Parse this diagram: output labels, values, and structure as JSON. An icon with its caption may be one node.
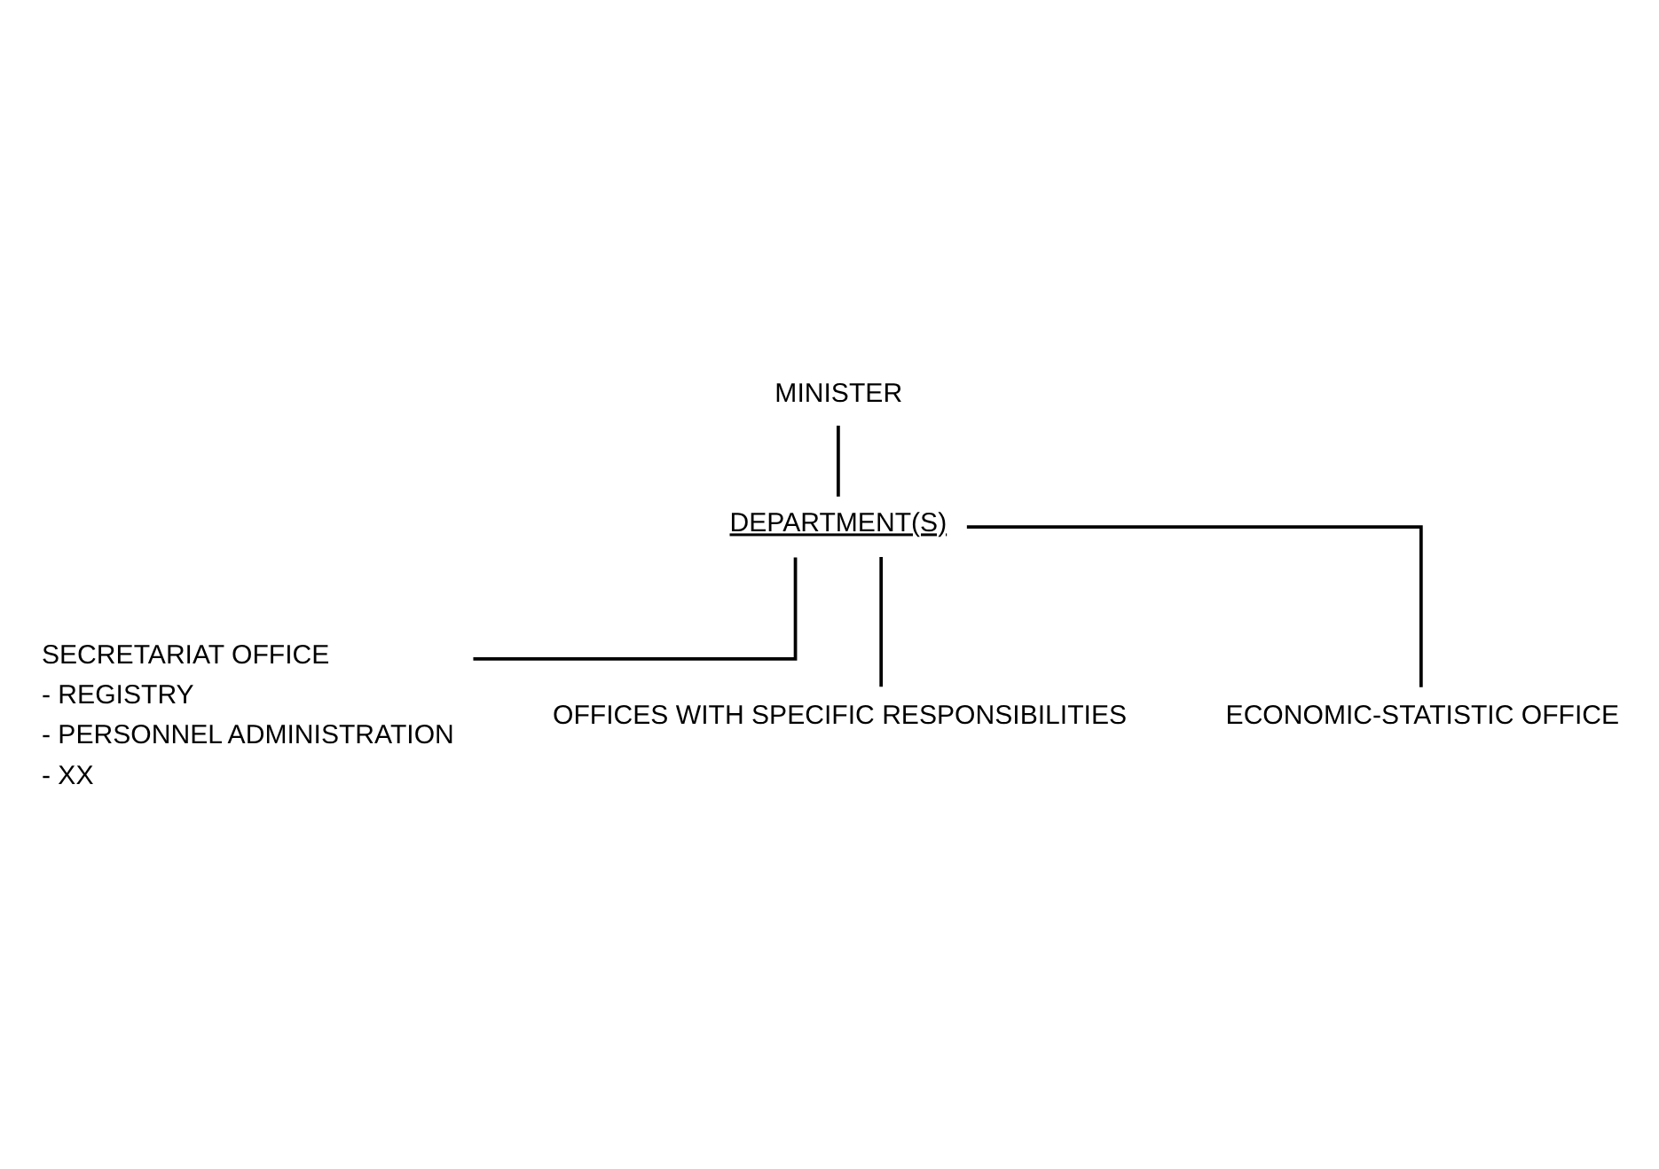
{
  "diagram": {
    "nodes": [
      {
        "text": [
          "MINISTER"
        ]
      },
      {
        "text": [
          "DEPARTMENT(S)"
        ]
      },
      {
        "text": [
          "SECRETARIAT OFFICE"
        ],
        "beside": [
          "- REGISTRY",
          "- PERSONNEL ADMINISTRATION",
          "- XX"
        ]
      },
      {
        "text": [
          "OFFICES WITH SPECIFIC RESPONSIBILITIES"
        ]
      },
      {
        "text": [
          "ECONOMIC-STATISTIC OFFICE"
        ]
      }
    ],
    "edges": [
      {
        "from": 0,
        "to": 1,
        "arrow": "none"
      },
      {
        "from": 1,
        "to": 2,
        "arrow": "none"
      },
      {
        "from": 1,
        "to": 3,
        "arrow": "none"
      },
      {
        "from": 1,
        "to": 4,
        "arrow": "none"
      }
    ]
  }
}
